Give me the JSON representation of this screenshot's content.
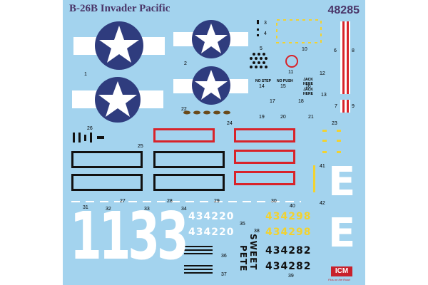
{
  "sheet": {
    "title": "B-26B Invader Pacific",
    "sheet_number": "48285"
  },
  "labels": {
    "n1": "1",
    "n2": "2",
    "n3": "3",
    "n4": "4",
    "n5": "5",
    "n6": "6",
    "n7": "7",
    "n8": "8",
    "n9": "9",
    "n10": "10",
    "n11": "11",
    "n12": "12",
    "n13": "13",
    "n14": "14",
    "n15": "15",
    "n16": "16",
    "n17": "17",
    "n18": "18",
    "n19": "19",
    "n20": "20",
    "n21": "21",
    "n22": "22",
    "n23": "23",
    "n24": "24",
    "n25": "25",
    "n26": "26",
    "n27": "27",
    "n28": "28",
    "n29": "29",
    "n30": "30",
    "n31": "31",
    "n32": "32",
    "n33": "33",
    "n34": "34",
    "n35": "35",
    "n36": "36",
    "n37": "37",
    "n38": "38",
    "n39": "39",
    "n40": "40",
    "n41": "41",
    "n42": "42"
  },
  "stencils": {
    "no_step": "NO STEP",
    "no_push": "NO PUSH",
    "jack_here_1": "JACK HERE",
    "jack_here_2": "JACK HERE"
  },
  "markings": {
    "big_number": "1133",
    "serial_white_1": "434220",
    "serial_white_2": "434220",
    "serial_yellow_1": "434298",
    "serial_yellow_2": "434298",
    "serial_black_1": "434282",
    "serial_black_2": "434282",
    "nose_art_line1": "SWEET",
    "nose_art_line2": "PETE",
    "letter_e_1": "E",
    "letter_e_2": "E"
  },
  "logo": {
    "brand": "ICM",
    "tagline": "Plus on the Road"
  },
  "colors": {
    "sheet_bg": "#a3d3ee",
    "roundel_blue": "#2f3c7e",
    "white": "#ffffff",
    "red": "#d8232a",
    "yellow": "#f2d230",
    "black": "#111111",
    "title": "#4a3568"
  }
}
